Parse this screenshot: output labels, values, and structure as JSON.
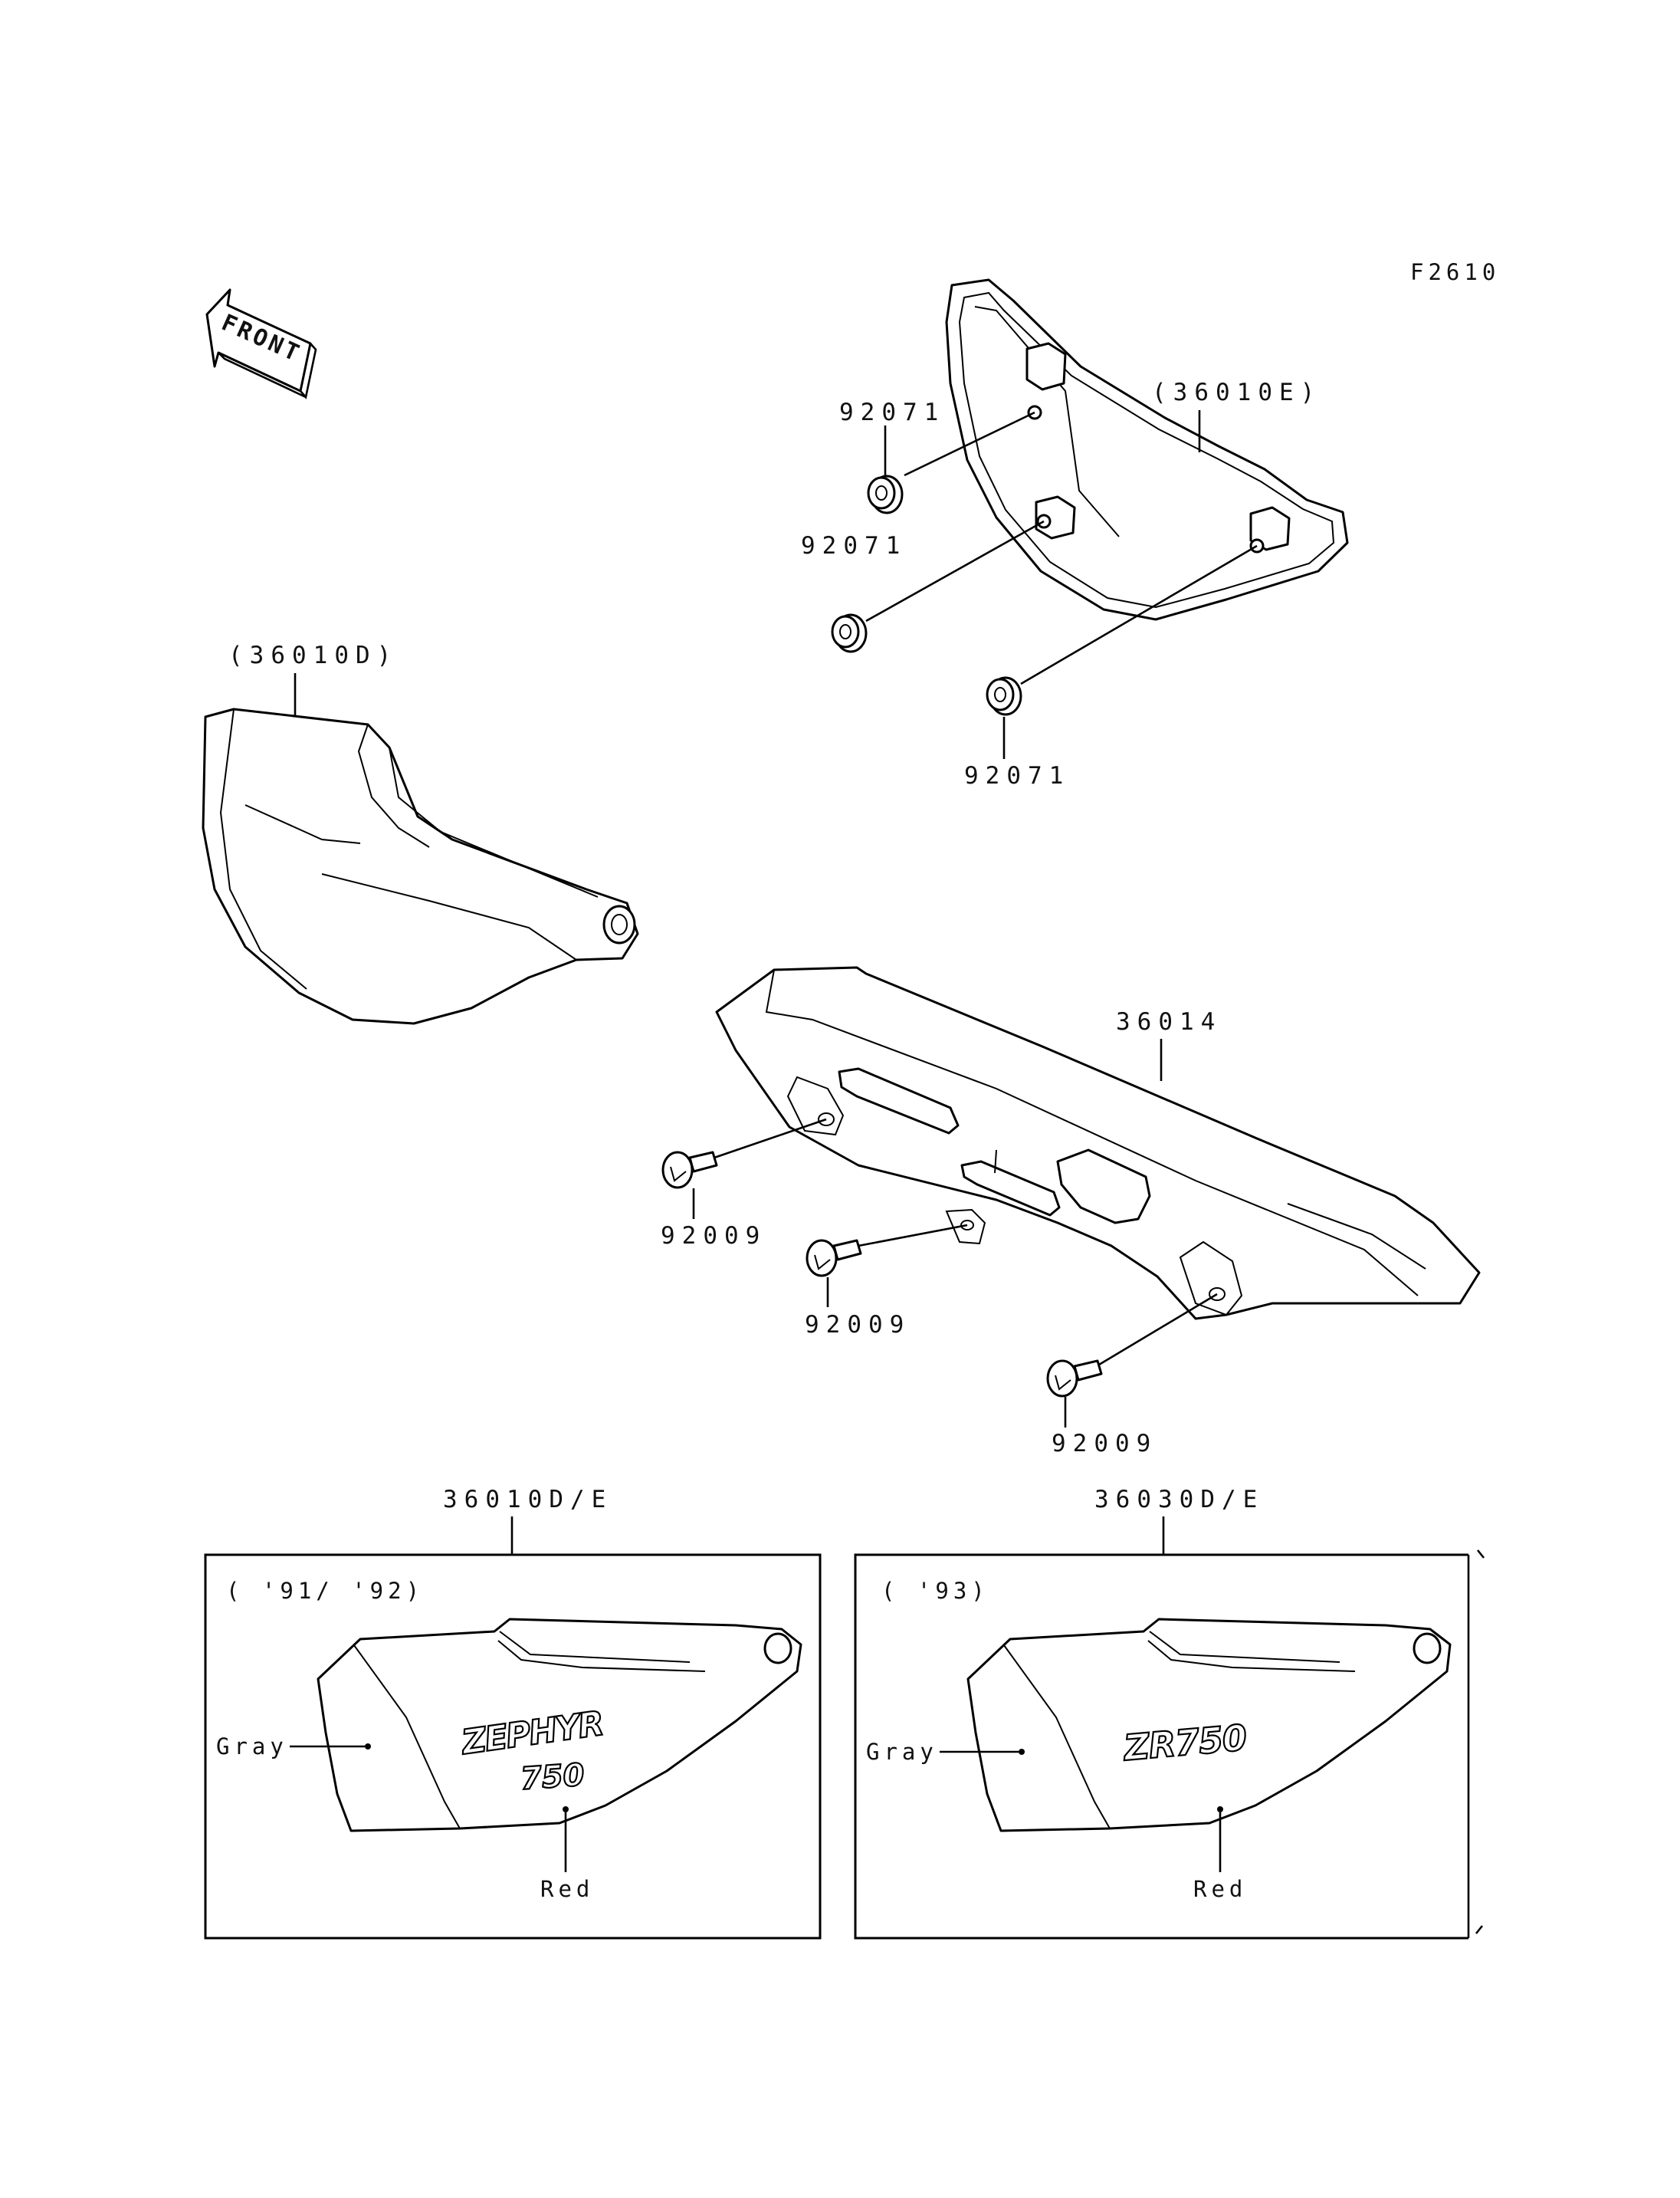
{
  "figure_code": "F2610",
  "front_marker": "FRONT",
  "callouts": {
    "grommet_1": "92071",
    "grommet_2": "92071",
    "grommet_3": "92071",
    "cover_right": "(36010E)",
    "cover_left": "(36010D)",
    "chain_cover": "36014",
    "screw_1": "92009",
    "screw_2": "92009",
    "screw_3": "92009"
  },
  "variant_left": {
    "label": "36010D/E",
    "years": "( '91/ '92)",
    "logo_line1": "ZEPHYR",
    "logo_line2": "750",
    "color_1": "Gray",
    "color_2": "Red"
  },
  "variant_right": {
    "label": "36030D/E",
    "years": "( '93)",
    "logo": "ZR750",
    "color_1": "Gray",
    "color_2": "Red"
  },
  "colors": {
    "line": "#000000",
    "background": "#ffffff"
  }
}
